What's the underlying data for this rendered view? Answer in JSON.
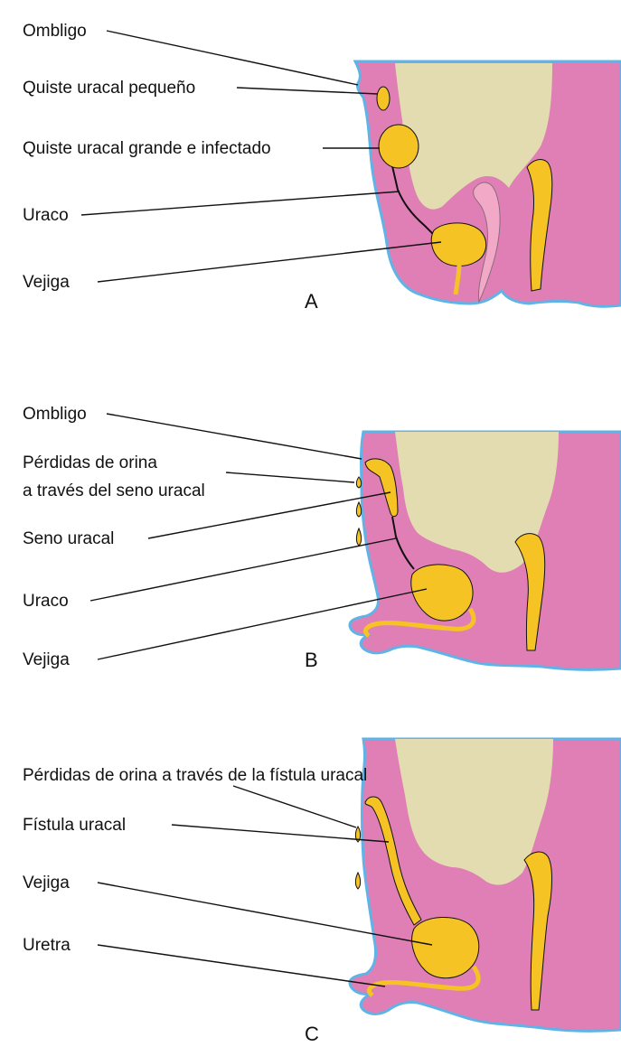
{
  "panels": {
    "A": {
      "letter": "A",
      "labels": {
        "ombligo": "Ombligo",
        "quiste_pequeno": "Quiste uracal pequeño",
        "quiste_grande": "Quiste uracal grande e infectado",
        "uraco": "Uraco",
        "vejiga": "Vejiga"
      }
    },
    "B": {
      "letter": "B",
      "labels": {
        "ombligo": "Ombligo",
        "perdidas_line1": "Pérdidas de orina",
        "perdidas_line2": "a través del seno uracal",
        "seno": "Seno uracal",
        "uraco": "Uraco",
        "vejiga": "Vejiga"
      }
    },
    "C": {
      "letter": "C",
      "labels": {
        "perdidas": "Pérdidas de orina a través de la fístula uracal",
        "fistula": "Fístula uracal",
        "vejiga": "Vejiga",
        "uretra": "Uretra"
      }
    }
  },
  "colors": {
    "body": "#e07fb5",
    "outline": "#5fb3e6",
    "organ": "#f6c325",
    "cavity": "#e3dcb0",
    "uterus": "#f2a9c7"
  }
}
